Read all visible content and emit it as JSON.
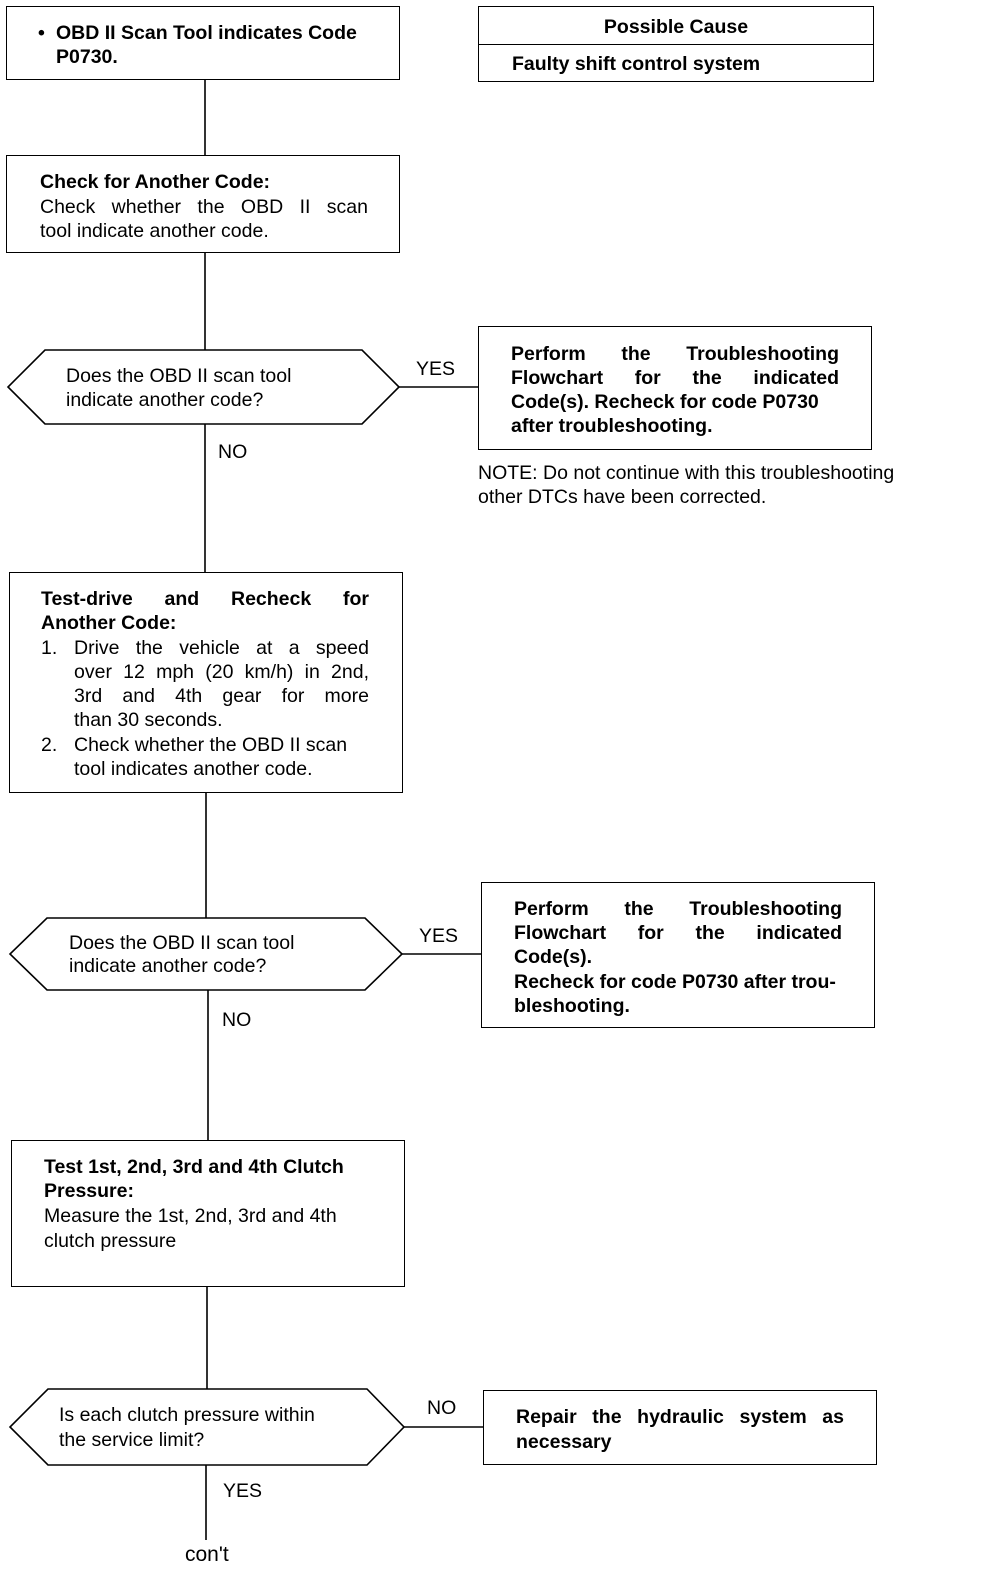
{
  "start": {
    "bullet": "•",
    "line1": "OBD II Scan Tool indicates Code",
    "line2": "P0730."
  },
  "possible_cause": {
    "header": "Possible Cause",
    "item": "Faulty shift control system"
  },
  "step1": {
    "title": "Check for Another Code:",
    "line1": "Check whether the OBD II scan",
    "line2": "tool indicate another code."
  },
  "decision1": {
    "line1": "Does the OBD II scan tool",
    "line2": "indicate another code?",
    "yes": "YES",
    "no": "NO"
  },
  "action1": {
    "line1": "Perform the Troubleshooting",
    "line2": "Flowchart for the indicated",
    "line3": "Code(s). Recheck for code P0730",
    "line4": "after troubleshooting."
  },
  "note1": {
    "line1": "NOTE: Do not continue with this troubleshooting",
    "line2": "other DTCs have been corrected."
  },
  "step2": {
    "title1": "Test-drive and Recheck for",
    "title2": "Another Code:",
    "item1_num": "1.",
    "item1_line1": "Drive the vehicle at a speed",
    "item1_line2": "over 12 mph (20 km/h) in 2nd,",
    "item1_line3": "3rd and 4th gear for more",
    "item1_line4": "than 30 seconds.",
    "item2_num": "2.",
    "item2_line1": "Check whether the OBD II scan",
    "item2_line2": "tool indicates another code."
  },
  "decision2": {
    "line1": "Does the OBD II scan tool",
    "line2": "indicate another code?",
    "yes": "YES",
    "no": "NO"
  },
  "action2": {
    "line1": "Perform the Troubleshooting",
    "line2": "Flowchart for the indicated",
    "line3": "Code(s).",
    "line4": "Recheck for code P0730 after trou-",
    "line5": "bleshooting."
  },
  "step3": {
    "title1": "Test 1st, 2nd, 3rd and 4th Clutch",
    "title2": "Pressure:",
    "line1": "Measure the 1st, 2nd, 3rd and 4th",
    "line2": "clutch pressure"
  },
  "decision3": {
    "line1": "Is each clutch pressure within",
    "line2": "the service limit?",
    "no": "NO",
    "yes": "YES"
  },
  "action3": {
    "line1": "Repair the hydraulic system as",
    "line2": "necessary"
  },
  "continued": "con't"
}
